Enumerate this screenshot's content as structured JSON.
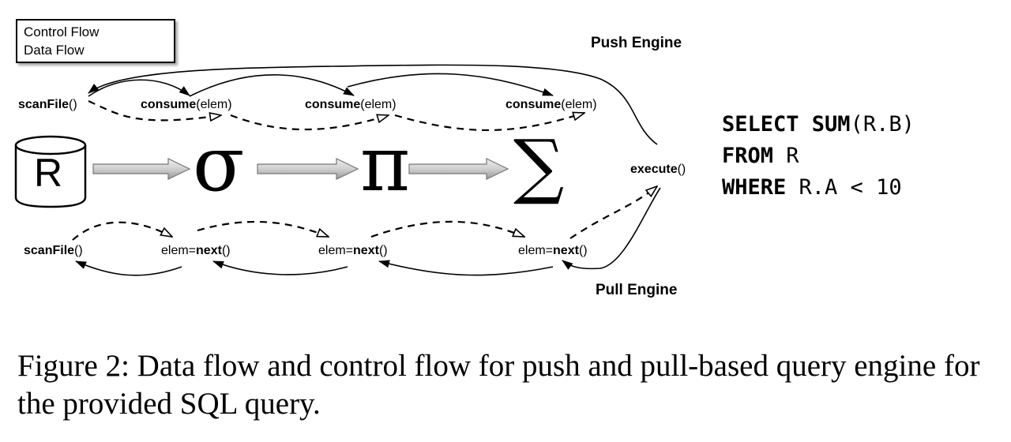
{
  "legend": {
    "control_flow": "Control Flow",
    "data_flow": "Data Flow"
  },
  "push_engine": {
    "title": "Push Engine",
    "scan": {
      "bold": "scanFile",
      "rest": "()"
    },
    "consume": [
      {
        "bold": "consume",
        "rest": "(elem)"
      },
      {
        "bold": "consume",
        "rest": "(elem)"
      },
      {
        "bold": "consume",
        "rest": "(elem)"
      }
    ],
    "execute": {
      "bold": "execute",
      "rest": "()"
    }
  },
  "pull_engine": {
    "title": "Pull Engine",
    "scan": {
      "bold": "scanFile",
      "rest": "()"
    },
    "next": [
      {
        "pre": "elem=",
        "bold": "next",
        "rest": "()"
      },
      {
        "pre": "elem=",
        "bold": "next",
        "rest": "()"
      },
      {
        "pre": "elem=",
        "bold": "next",
        "rest": "()"
      }
    ]
  },
  "operators": {
    "relation": "R",
    "select": "σ",
    "project": "π",
    "sum": "∑"
  },
  "sql": [
    {
      "kw": "SELECT SUM",
      "rest": "(R.B)"
    },
    {
      "kw": "FROM",
      "rest": " R"
    },
    {
      "kw": "WHERE",
      "rest": " R.A < 10"
    }
  ],
  "caption": "Figure 2: Data flow and control flow for push and pull-based query engine for the provided SQL query."
}
